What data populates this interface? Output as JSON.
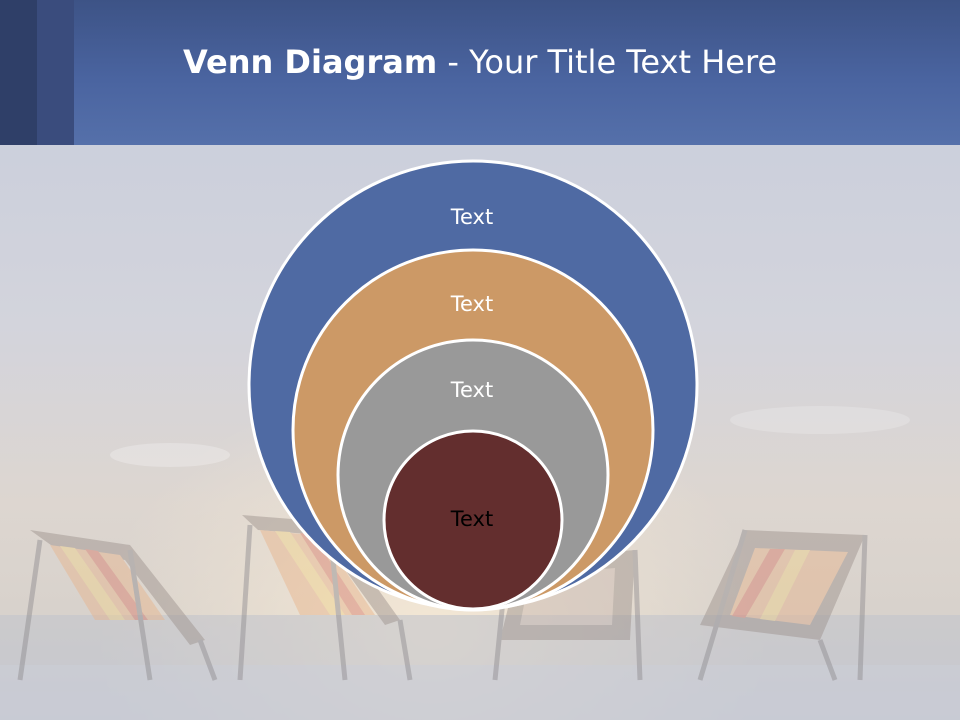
{
  "title": {
    "bold": "Venn Diagram",
    "rest": " - Your Title Text Here"
  },
  "colors": {
    "header": "#4a64a0",
    "accent_dark": "#2f3f68",
    "accent_mid": "#3a4c7d",
    "ring_outer": "#4f6aa3",
    "ring_second": "#cc9966",
    "ring_third": "#999999",
    "ring_inner": "#632e2e"
  },
  "rings": [
    {
      "label": "Text"
    },
    {
      "label": "Text"
    },
    {
      "label": "Text"
    },
    {
      "label": "Text"
    }
  ]
}
